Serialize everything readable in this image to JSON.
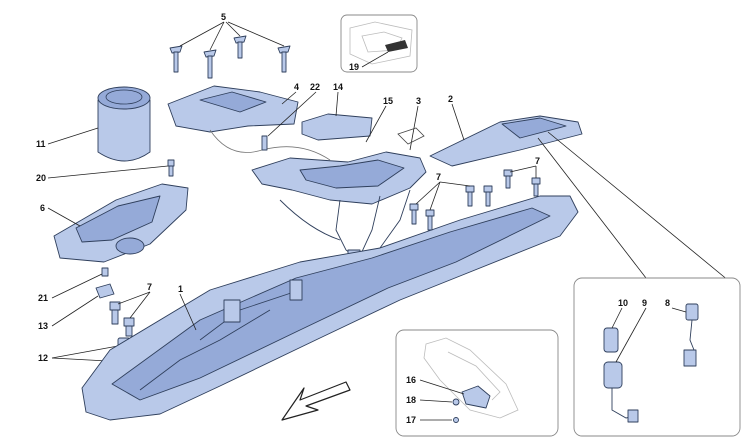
{
  "diagram": {
    "callouts": [
      "1",
      "2",
      "3",
      "4",
      "5",
      "6",
      "7",
      "8",
      "9",
      "10",
      "11",
      "12",
      "13",
      "14",
      "15",
      "16",
      "17",
      "18",
      "19",
      "20",
      "21",
      "22"
    ]
  },
  "colors": {
    "part_fill": "#b9c9e9",
    "part_fill_dark": "#95aad8",
    "outline": "#2f3f5c",
    "ghost_outline": "#bcbcbc"
  },
  "icons": {
    "direction_arrow": "arrow-down-left-icon"
  }
}
